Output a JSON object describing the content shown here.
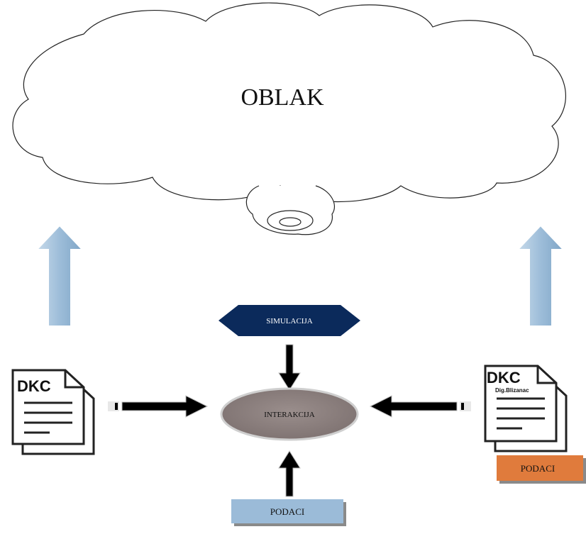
{
  "cloud": {
    "label": "OBLAK"
  },
  "simulation": {
    "label": "SIMULACIJA",
    "color": "#0b2a5b"
  },
  "interaction": {
    "label": "INTERAKCIJA",
    "color": "#8b7d7b"
  },
  "left_document": {
    "title": "DKC",
    "subtitle": ""
  },
  "right_document": {
    "title": "DKC",
    "subtitle": "Dig.Blizanac"
  },
  "data_bottom": {
    "label": "PODACI",
    "color": "#9bbbd8"
  },
  "data_right": {
    "label": "PODACI",
    "color": "#e07b3c"
  },
  "colors": {
    "up_arrow": "#9dbdd9",
    "arrow": "#000000"
  }
}
